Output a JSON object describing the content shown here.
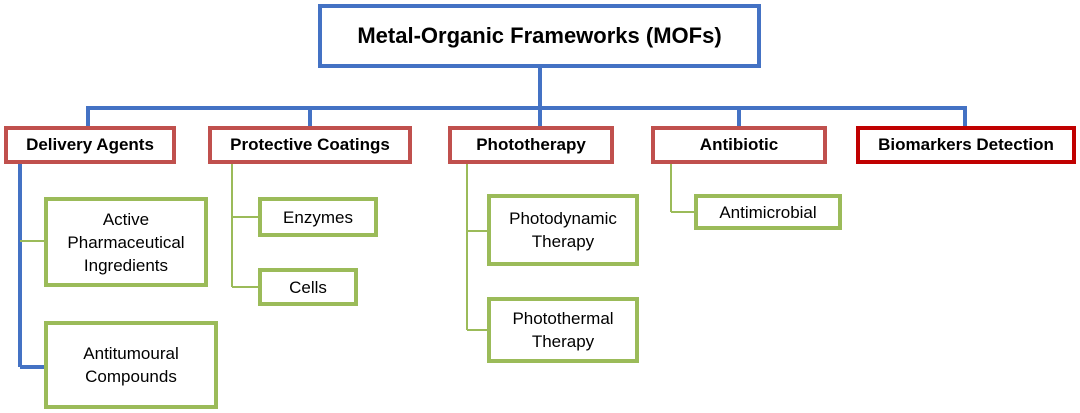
{
  "title": "Metal-Organic Frameworks (MOFs)",
  "colors": {
    "root_border": "#4472c4",
    "category_border": "#c0504d",
    "category_border_emphasis": "#c00000",
    "leaf_border": "#9bbb59",
    "connector_main": "#4472c4",
    "connector_leaf": "#9bbb59"
  },
  "categories": [
    {
      "label": "Delivery Agents",
      "children": [
        "Active\nPharmaceutical\nIngredients",
        "Antitumoural\nCompounds"
      ]
    },
    {
      "label": "Protective Coatings",
      "children": [
        "Enzymes",
        "Cells"
      ]
    },
    {
      "label": "Phototherapy",
      "children": [
        "Photodynamic\nTherapy",
        "Photothermal\nTherapy"
      ]
    },
    {
      "label": "Antibiotic",
      "children": [
        "Antimicrobial"
      ]
    },
    {
      "label": "Biomarkers Detection",
      "children": []
    }
  ]
}
